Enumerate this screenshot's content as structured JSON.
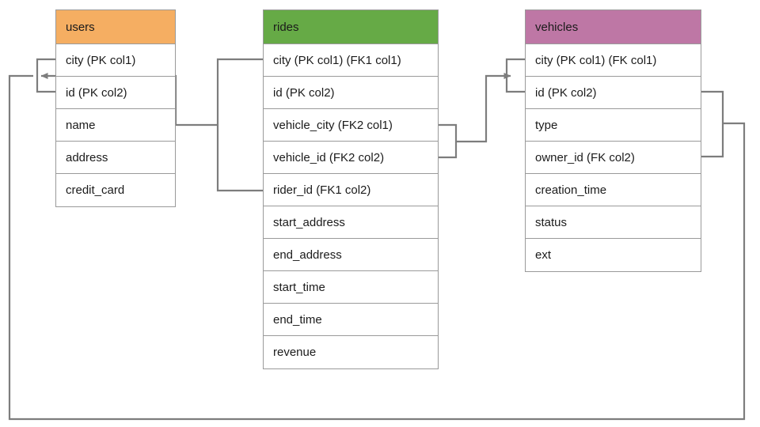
{
  "diagram": {
    "title": "ride-sharing schema entity relationship diagram",
    "line_color": "#7d7d7d",
    "border_color": "#9a9a9a",
    "background": "#ffffff"
  },
  "tables": [
    {
      "id": "users",
      "name": "users",
      "header_color": "#f5ae62",
      "fields": [
        {
          "label": "city (PK col1)"
        },
        {
          "label": "id (PK col2)"
        },
        {
          "label": "name"
        },
        {
          "label": "address"
        },
        {
          "label": "credit_card"
        }
      ]
    },
    {
      "id": "rides",
      "name": "rides",
      "header_color": "#66aa46",
      "fields": [
        {
          "label": "city (PK col1) (FK1 col1)"
        },
        {
          "label": "id (PK col2)"
        },
        {
          "label": "vehicle_city (FK2 col1)"
        },
        {
          "label": "vehicle_id (FK2 col2)"
        },
        {
          "label": "rider_id (FK1 col2)"
        },
        {
          "label": "start_address"
        },
        {
          "label": "end_address"
        },
        {
          "label": "start_time"
        },
        {
          "label": "end_time"
        },
        {
          "label": "revenue"
        }
      ]
    },
    {
      "id": "vehicles",
      "name": "vehicles",
      "header_color": "#be77a5",
      "fields": [
        {
          "label": "city (PK col1) (FK col1)"
        },
        {
          "label": "id (PK col2)"
        },
        {
          "label": "type"
        },
        {
          "label": "owner_id (FK col2)"
        },
        {
          "label": "creation_time"
        },
        {
          "label": "status"
        },
        {
          "label": "ext"
        }
      ]
    }
  ],
  "relationships": [
    {
      "id": "rides-fk1-users",
      "from_table": "rides",
      "from_fields": [
        "city (PK col1) (FK1 col1)",
        "rider_id (FK1 col2)"
      ],
      "to_table": "users",
      "to_fields": [
        "city (PK col1)",
        "id (PK col2)"
      ],
      "direction": "rides-to-users"
    },
    {
      "id": "rides-fk2-vehicles",
      "from_table": "rides",
      "from_fields": [
        "vehicle_city (FK2 col1)",
        "vehicle_id (FK2 col2)"
      ],
      "to_table": "vehicles",
      "to_fields": [
        "city (PK col1) (FK col1)",
        "id (PK col2)"
      ],
      "direction": "rides-to-vehicles"
    },
    {
      "id": "vehicles-fk-users",
      "from_table": "vehicles",
      "from_fields": [
        "city (PK col1) (FK col1)",
        "owner_id (FK col2)"
      ],
      "to_table": "users",
      "to_fields": [
        "city (PK col1)",
        "id (PK col2)"
      ],
      "direction": "vehicles-to-users"
    }
  ]
}
